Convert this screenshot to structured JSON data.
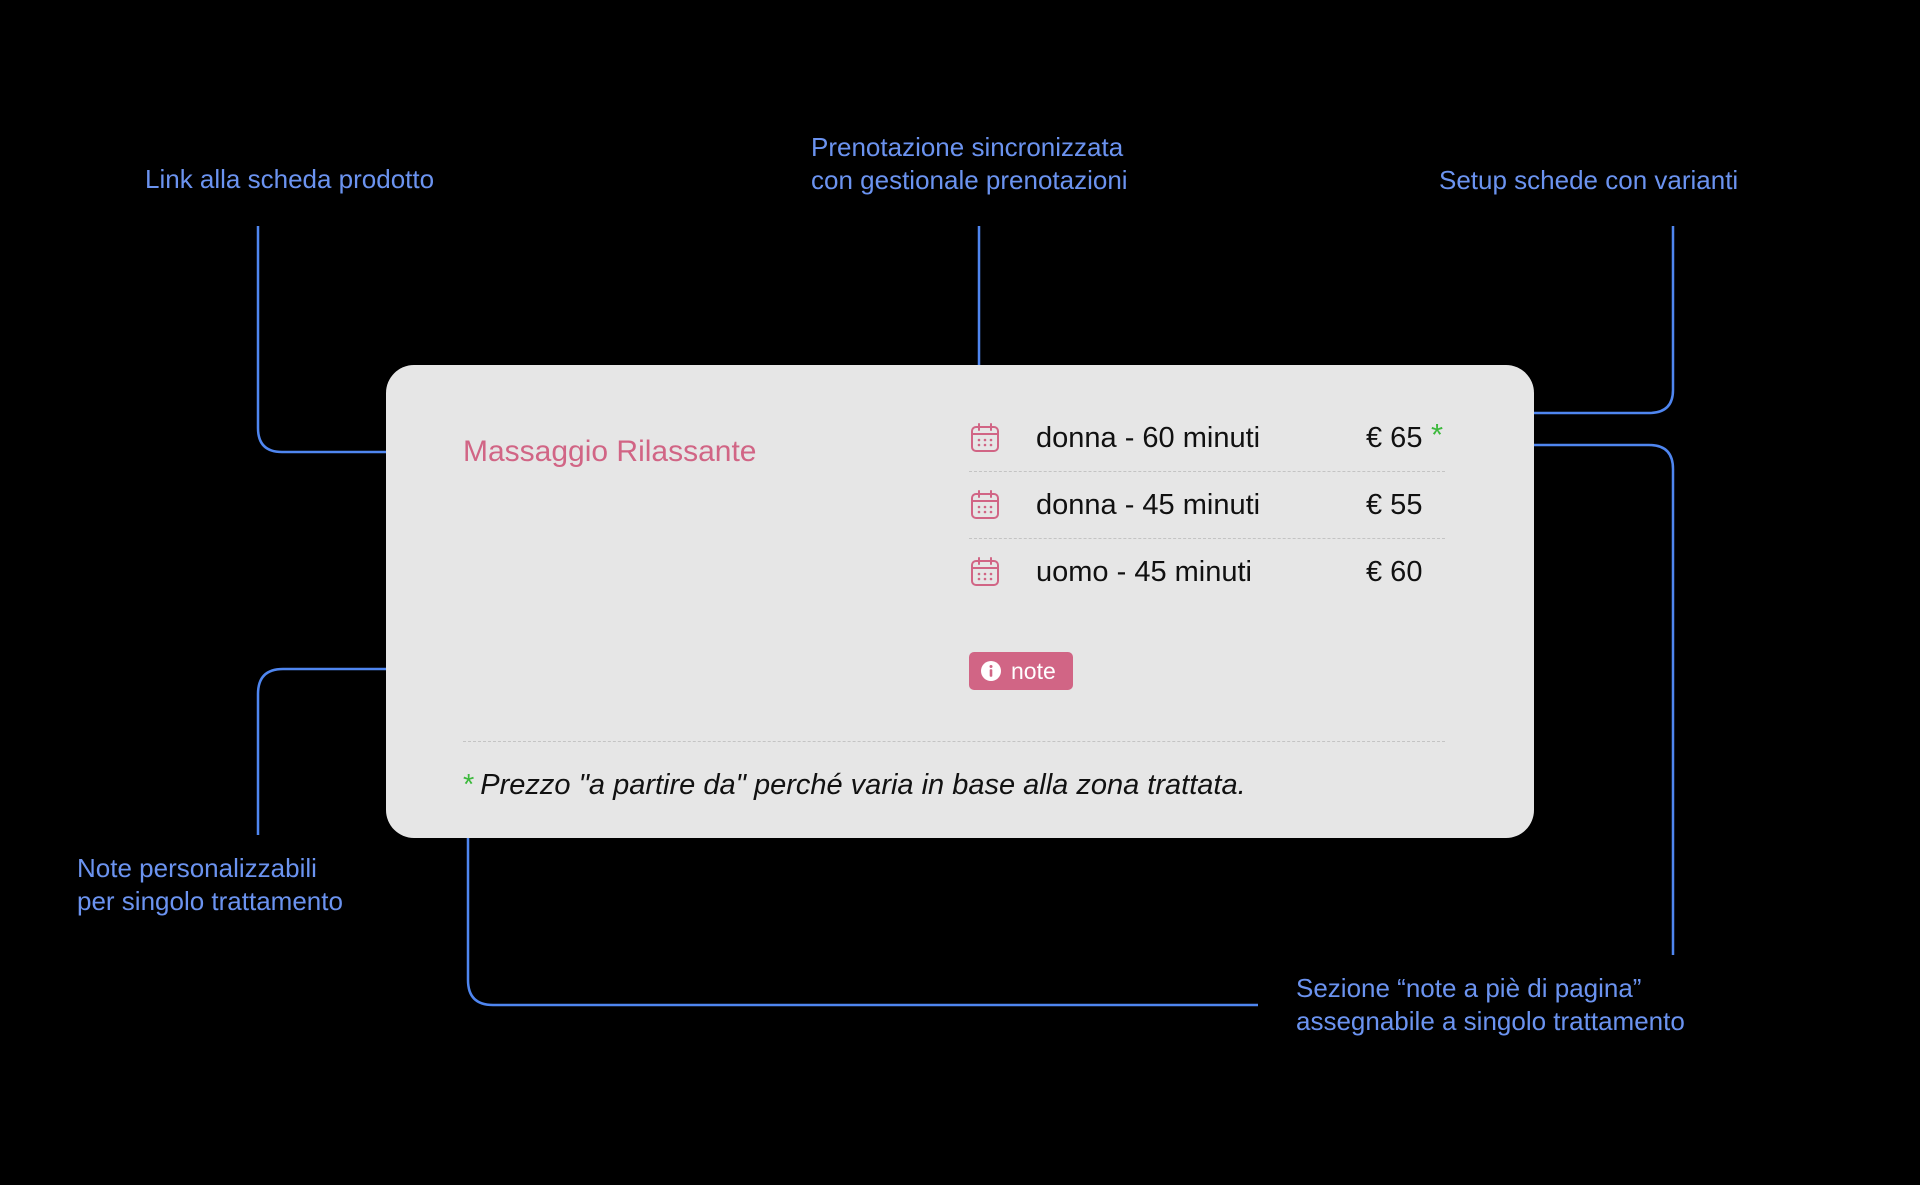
{
  "callouts": {
    "product_link": {
      "lines": [
        "Link alla scheda prodotto"
      ]
    },
    "booking_sync": {
      "lines": [
        "Prenotazione sincronizzata",
        "con gestionale prenotazioni"
      ]
    },
    "variants_setup": {
      "lines": [
        "Setup schede con varianti"
      ]
    },
    "custom_notes": {
      "lines": [
        "Note personalizzabili",
        "per singolo trattamento"
      ]
    },
    "footnote_section": {
      "lines": [
        "Sezione “note a piè di pagina”",
        "assegnabile a singolo trattamento"
      ]
    }
  },
  "card": {
    "product_title": "Massaggio Rilassante",
    "variants": [
      {
        "label": "donna - 60 minuti",
        "price": "€ 65",
        "star": "*",
        "icon": "calendar-icon"
      },
      {
        "label": "donna - 45 minuti",
        "price": "€ 55",
        "star": "",
        "icon": "calendar-icon"
      },
      {
        "label": "uomo - 45 minuti",
        "price": "€ 60",
        "star": "",
        "icon": "calendar-icon"
      }
    ],
    "note_button": {
      "label": "note",
      "icon": "info-icon"
    },
    "footnote": {
      "star": "*",
      "text": "Prezzo \"a partire da\" perché varia in base alla zona trattata."
    }
  },
  "colors": {
    "background": "#000000",
    "card": "#e6e6e6",
    "accent_pink": "#d16585",
    "callout_blue": "#6b93f0",
    "connector_blue": "#4f86f0",
    "star_green": "#3cb93c"
  }
}
